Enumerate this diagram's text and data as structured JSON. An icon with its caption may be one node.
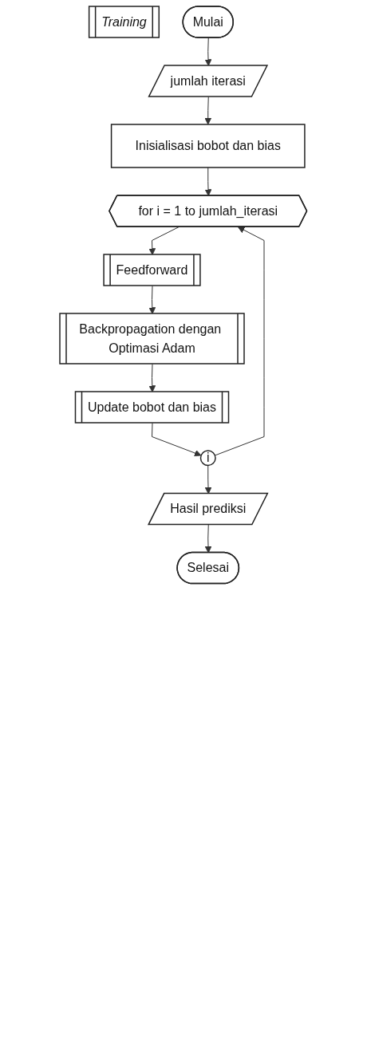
{
  "diagram": {
    "nodes": [
      {
        "text": [
          "Training"
        ]
      },
      {
        "text": [
          "Mulai"
        ]
      },
      {
        "text": [
          "jumlah iterasi"
        ]
      },
      {
        "text": [
          "Inisialisasi bobot dan bias"
        ]
      },
      {
        "text": [
          "for i = 1 to jumlah_iterasi"
        ]
      },
      {
        "text": [
          "Feedforward"
        ]
      },
      {
        "text": [
          "Backpropagation dengan Optimasi Adam"
        ]
      },
      {
        "text": [
          "Update bobot dan bias"
        ]
      },
      {
        "text": [
          "i"
        ]
      },
      {
        "text": [
          "Hasil prediksi"
        ]
      },
      {
        "text": [
          "Selesai"
        ]
      }
    ],
    "edges": [
      {
        "from": 1,
        "to": 2,
        "arrow": "to"
      },
      {
        "from": 2,
        "to": 3,
        "arrow": "to"
      },
      {
        "from": 3,
        "to": 4,
        "arrow": "to"
      },
      {
        "from": 4,
        "to": 5,
        "arrow": "to"
      },
      {
        "from": 5,
        "to": 6,
        "arrow": "to"
      },
      {
        "from": 6,
        "to": 7,
        "arrow": "to"
      },
      {
        "from": 7,
        "to": 8,
        "arrow": "to"
      },
      {
        "from": 8,
        "to": 4,
        "arrow": "to"
      },
      {
        "from": 8,
        "to": 9,
        "arrow": "to"
      },
      {
        "from": 9,
        "to": 10,
        "arrow": "to"
      }
    ]
  }
}
